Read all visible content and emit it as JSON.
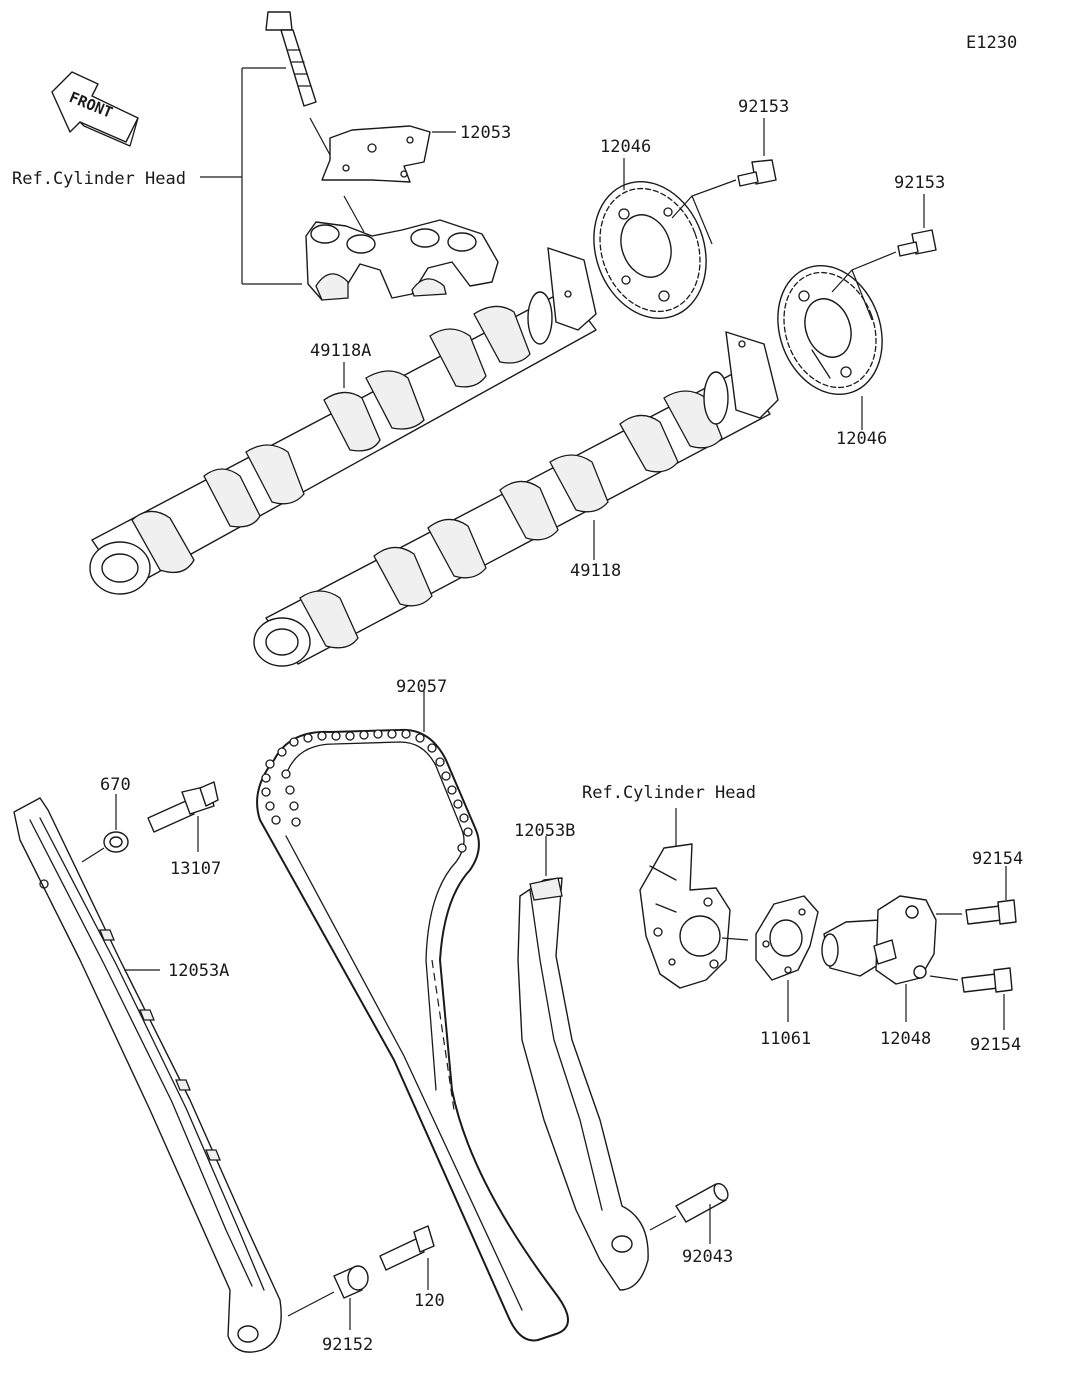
{
  "diagram_id": "E1230",
  "front_label": "FRONT",
  "labels": {
    "ref_cylinder_head_top": "Ref.Cylinder Head",
    "ref_cylinder_head_tensioner": "Ref.Cylinder Head",
    "p12053": "12053",
    "p92153_a": "92153",
    "p92153_b": "92153",
    "p12046_a": "12046",
    "p12046_b": "12046",
    "p49118A": "49118A",
    "p49118": "49118",
    "p92057": "92057",
    "p670": "670",
    "p13107": "13107",
    "p12053A": "12053A",
    "p12053B": "12053B",
    "p11061": "11061",
    "p12048": "12048",
    "p92154_a": "92154",
    "p92154_b": "92154",
    "p92043": "92043",
    "p120": "120",
    "p92152": "92152"
  }
}
